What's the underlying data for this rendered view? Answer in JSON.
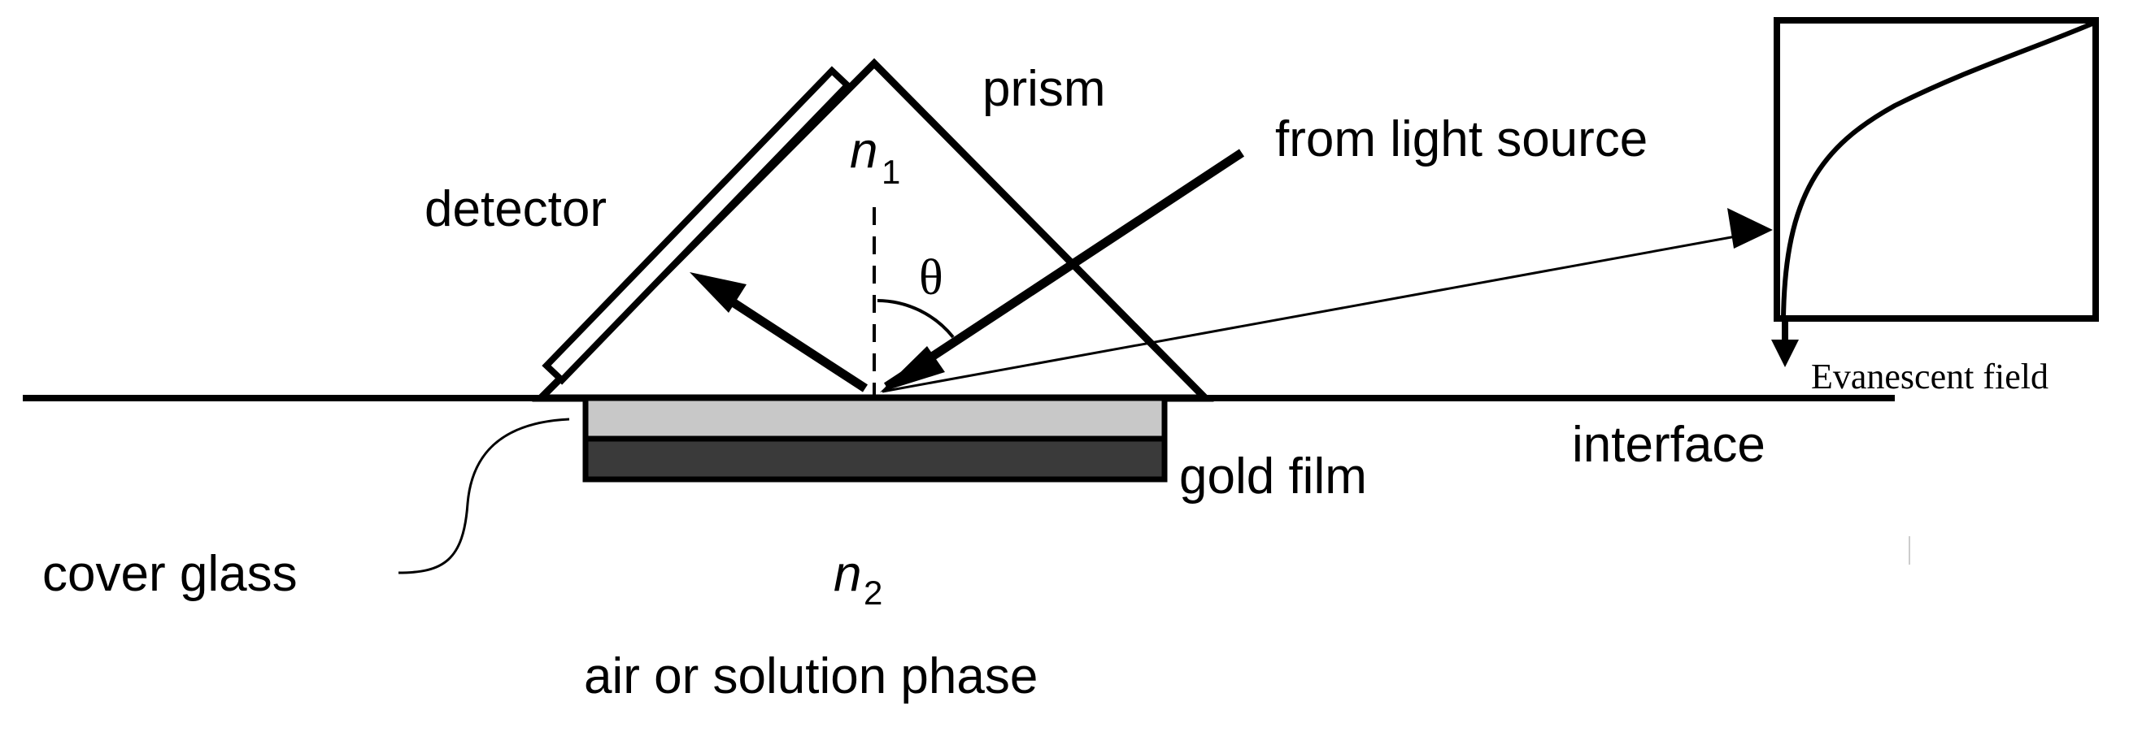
{
  "labels": {
    "prism": "prism",
    "n1_base": "n",
    "n1_sub": "1",
    "detector": "detector",
    "from_light_source": "from light source",
    "theta": "θ",
    "evanescent_field": "Evanescent  field",
    "interface": "interface",
    "gold_film": "gold film",
    "cover_glass": "cover glass",
    "n2_base": "n",
    "n2_sub": "2",
    "air_or_solution_phase": "air or solution phase"
  },
  "colors": {
    "line": "#000000",
    "cover_glass_fill": "#c8c8c8",
    "gold_film_fill": "#3a3a3a",
    "background": "#ffffff"
  }
}
